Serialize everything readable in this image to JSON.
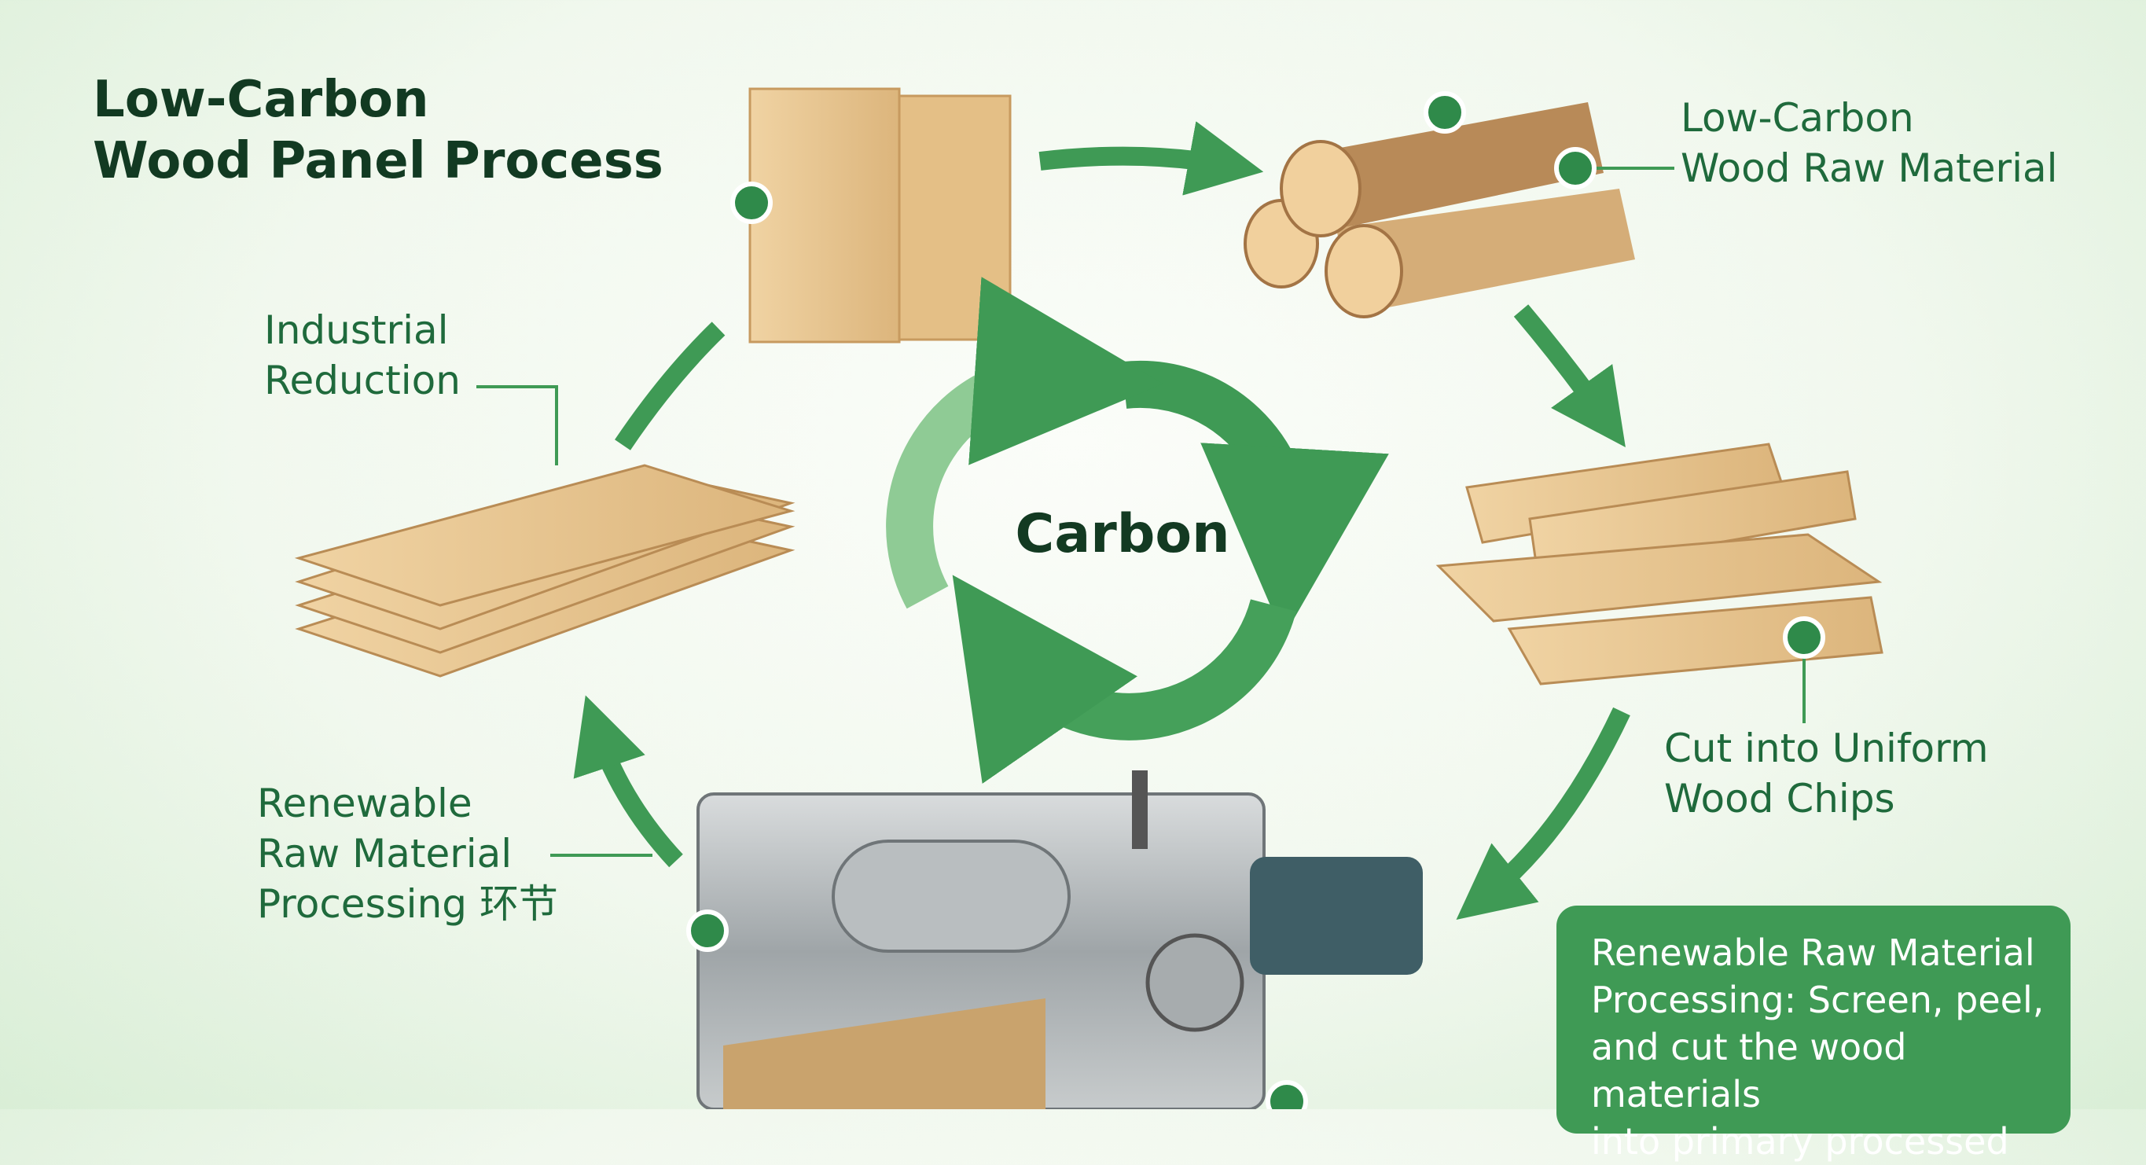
{
  "title": [
    "Low-Carbon",
    "Wood Panel Process"
  ],
  "center_label": "Carbon",
  "labels": {
    "raw_material": [
      "Low-Carbon",
      "Wood Raw Material"
    ],
    "chips": [
      "Cut into Uniform",
      "Wood Chips"
    ],
    "reduction": [
      "Industrial",
      "Reduction"
    ],
    "processing": [
      "Renewable",
      "Raw Material",
      "Processing 环节"
    ]
  },
  "info_box": [
    "Renewable Raw Material",
    "Processing: Screen, peel,",
    "and cut the wood materials",
    "into primary processed"
  ],
  "colors": {
    "accent": "#3f9a55",
    "text": "#1f6a3c",
    "title": "#123a22",
    "wood": "#e8c48f"
  }
}
